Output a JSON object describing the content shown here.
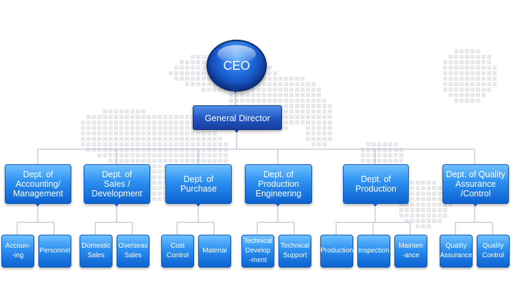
{
  "org_chart": {
    "ceo": "CEO",
    "general_director": "General Director",
    "departments": [
      {
        "id": "accounting",
        "label": "Dept. of\nAccounting/\nManagement",
        "units": [
          "Accoun-\n-ing",
          "Personnel"
        ]
      },
      {
        "id": "sales",
        "label": "Dept. of\nSales /\nDevelopment",
        "units": [
          "Domestic\nSales",
          "Overseas\nSales"
        ]
      },
      {
        "id": "purchase",
        "label": "Dept. of\nPurchase",
        "units": [
          "Cost\nControl",
          "Material"
        ]
      },
      {
        "id": "production-engineering",
        "label": "Dept. of\nProduction\nEngineering",
        "units": [
          "Technical\nDevelop\n-ment",
          "Technical\nSupport"
        ]
      },
      {
        "id": "production",
        "label": "Dept. of\nProduction",
        "units": [
          "Production",
          "Inspection",
          "Mainten\n-ance"
        ]
      },
      {
        "id": "quality",
        "label": "Dept. of Quality\nAssurance\n/Control",
        "units": [
          "Quality\nAssurance",
          "Quality\nControl"
        ]
      }
    ]
  },
  "colors": {
    "ceo": "#1b63d6",
    "general_director": "#2358c4",
    "department": "#2b8ff0",
    "connector": "#aab4c4",
    "map_dots": "#e6e8ec"
  }
}
